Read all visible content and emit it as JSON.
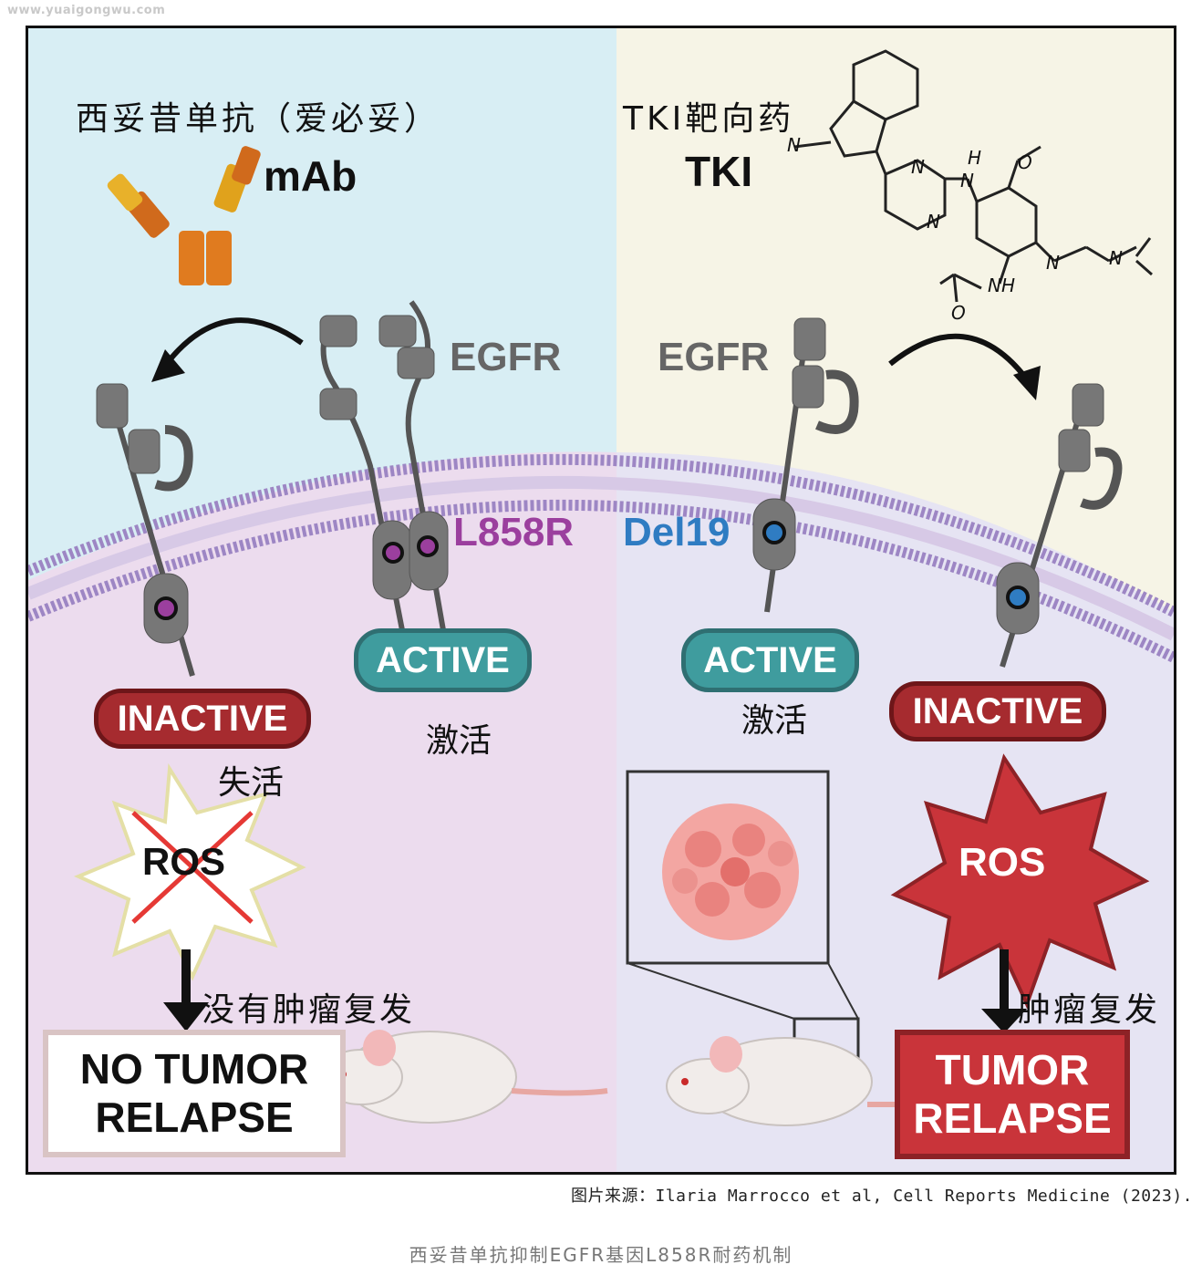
{
  "watermark_url": "www.yuaigongwu.com",
  "left_panel": {
    "title_zh": "西妥昔单抗（爱必妥）",
    "drug_label": "mAb",
    "receptor_label": "EGFR",
    "mutation_label": "L858R",
    "active_label": "ACTIVE",
    "active_zh": "激活",
    "inactive_label": "INACTIVE",
    "inactive_zh": "失活",
    "ros_label": "ROS",
    "arrow_zh": "没有肿瘤复发",
    "outcome_line1": "NO TUMOR",
    "outcome_line2": "RELAPSE"
  },
  "right_panel": {
    "title_zh": "TKI靶向药",
    "drug_label": "TKI",
    "receptor_label": "EGFR",
    "mutation_label": "Del19",
    "active_label": "ACTIVE",
    "active_zh": "激活",
    "inactive_label": "INACTIVE",
    "ros_label": "ROS",
    "arrow_zh": "肿瘤复发",
    "outcome_line1": "TUMOR",
    "outcome_line2": "RELAPSE"
  },
  "molecule_atoms": [
    "N",
    "N",
    "N",
    "H",
    "N",
    "O",
    "N",
    "N",
    "NH",
    "O"
  ],
  "source_text": "图片来源：Ilaria Marrocco et al, Cell Reports Medicine (2023).",
  "caption": "西妥昔单抗抑制EGFR基因L858R耐药机制",
  "colors": {
    "bg_top_left": "#d8eef4",
    "bg_top_right": "#f6f4e6",
    "bg_bottom_left": "#ecdcee",
    "bg_bottom_right": "#e6e4f3",
    "membrane": "#9d86c4",
    "active": "#3f9c9e",
    "inactive": "#a62b2f",
    "l858r": "#9b3f9e",
    "del19": "#2f7cc2",
    "ros_red": "#c9343a"
  }
}
